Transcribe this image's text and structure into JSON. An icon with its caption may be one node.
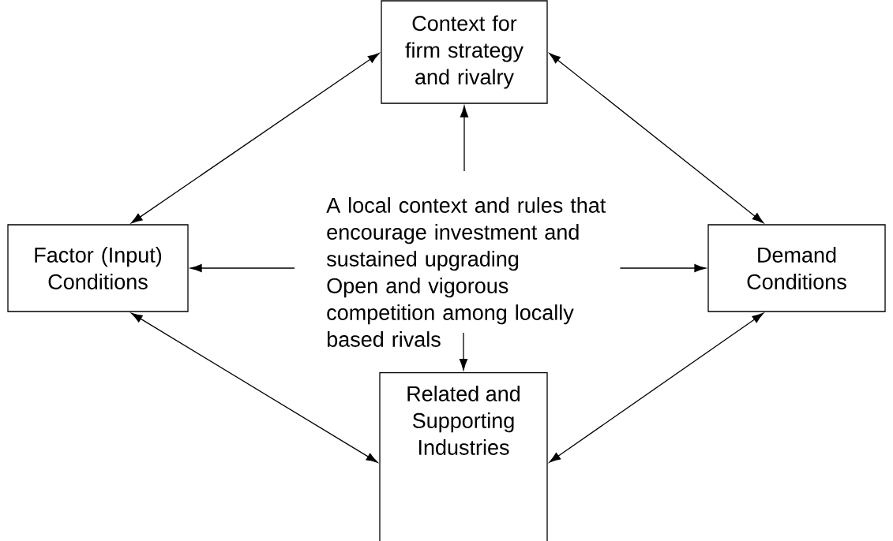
{
  "diagram": {
    "nodes": [
      {
        "text": [
          "Context for firm strategy and rivalry"
        ]
      },
      {
        "text": [
          "Factor (Input) Conditions"
        ]
      },
      {
        "text": [
          "Demand Conditions"
        ]
      },
      {
        "text": [
          "Related and Supporting Industries"
        ]
      },
      {
        "text": [
          "A local context and rules that encourage investment and sustained upgrading",
          "Open and vigorous competition among locally based rivals"
        ]
      }
    ],
    "edges": [
      {
        "from": 0,
        "to": 1,
        "arrow": "both"
      },
      {
        "from": 0,
        "to": 2,
        "arrow": "both"
      },
      {
        "from": 1,
        "to": 3,
        "arrow": "both"
      },
      {
        "from": 2,
        "to": 3,
        "arrow": "both"
      },
      {
        "from": 4,
        "to": 0,
        "arrow": "to"
      },
      {
        "from": 4,
        "to": 1,
        "arrow": "to"
      },
      {
        "from": 4,
        "to": 2,
        "arrow": "to"
      },
      {
        "from": 4,
        "to": 3,
        "arrow": "to"
      }
    ]
  }
}
